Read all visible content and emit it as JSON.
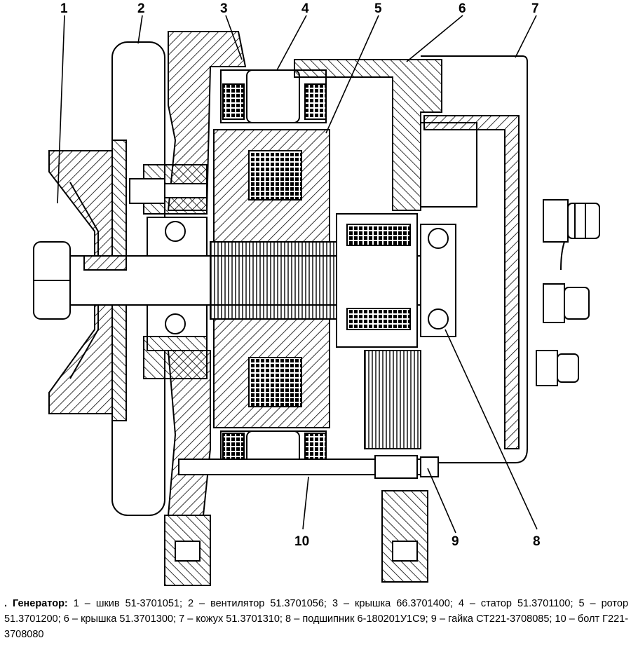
{
  "callouts": [
    "1",
    "2",
    "3",
    "4",
    "5",
    "6",
    "7",
    "8",
    "9",
    "10"
  ],
  "caption": {
    "title": ". Генератор:",
    "parts": [
      "1 – шкив 51-3701051;",
      "2 – вентилятор 51.3701056;",
      "3 – крышка 66.3701400;",
      "4 – статор 51.3701100;",
      "5 – ротор 51.3701200;",
      "6 – крышка 51.3701300;",
      "7 – кожух 51.3701310;",
      "8 – подшипник 6-180201У1С9;",
      "9 – гайка СТ221-3708085;",
      "10 – болт Г221-3708080"
    ]
  }
}
